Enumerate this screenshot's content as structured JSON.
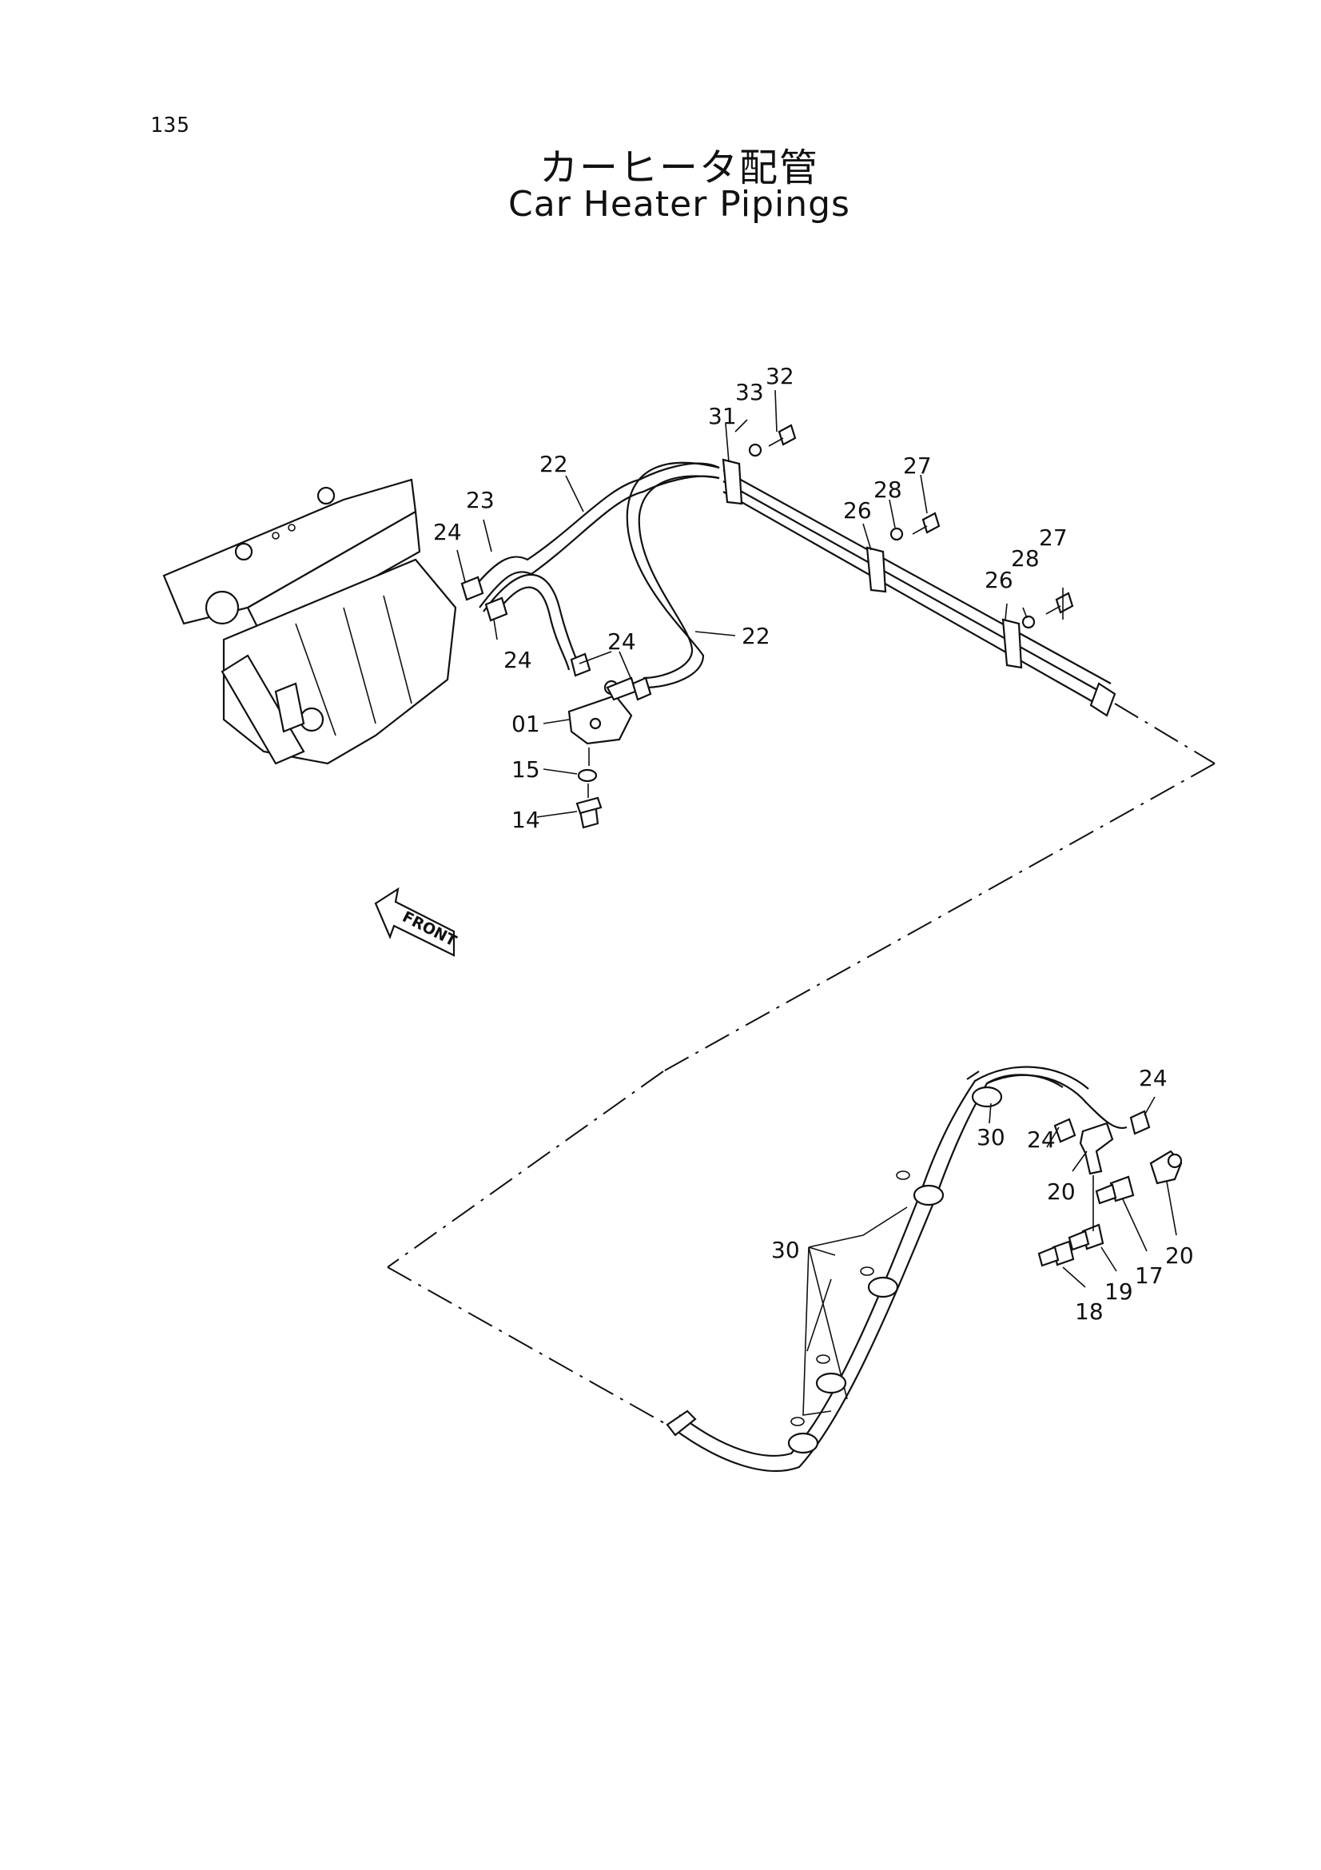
{
  "page_number": "135",
  "title_ja": "カーヒータ配管",
  "title_en": "Car Heater Pipings",
  "front_label": "FRONT",
  "callouts": [
    "32",
    "33",
    "31",
    "22",
    "27",
    "28",
    "23",
    "26",
    "24",
    "24",
    "22",
    "24",
    "01",
    "15",
    "14",
    "24",
    "30",
    "24",
    "20",
    "20",
    "17",
    "30",
    "19",
    "18",
    "27",
    "28",
    "26"
  ]
}
